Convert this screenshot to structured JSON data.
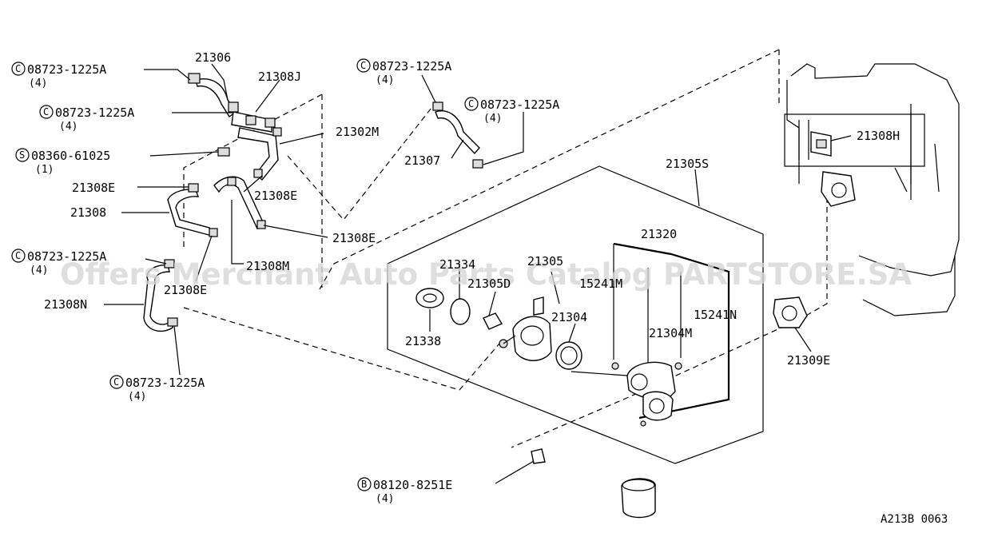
{
  "watermark": "Offers Merchant Auto Parts Catalog PARTSTORE.SA",
  "drawing_code": "A213B 0063",
  "callouts": {
    "p21306": "21306",
    "p21308J": "21308J",
    "p21302M": "21302M",
    "p21308E_a": "21308E",
    "p21308E_b": "21308E",
    "p21308E_c": "21308E",
    "p21308E_d": "21308E",
    "p21308": "21308",
    "p21308M": "21308M",
    "p21308N": "21308N",
    "p21307": "21307",
    "p21305S": "21305S",
    "p21308H": "21308H",
    "p21320": "21320",
    "p21334": "21334",
    "p21305": "21305",
    "p21305D": "21305D",
    "p15241M": "15241M",
    "p15241N": "15241N",
    "p21304": "21304",
    "p21304M": "21304M",
    "p21338": "21338",
    "p21309E": "21309E"
  },
  "fasteners": [
    {
      "prefix": "C",
      "number": "08723-1225A",
      "qty": "(4)"
    },
    {
      "prefix": "C",
      "number": "08723-1225A",
      "qty": "(4)"
    },
    {
      "prefix": "S",
      "number": "08360-61025",
      "qty": "(1)"
    },
    {
      "prefix": "C",
      "number": "08723-1225A",
      "qty": "(4)"
    },
    {
      "prefix": "C",
      "number": "08723-1225A",
      "qty": "(4)"
    },
    {
      "prefix": "C",
      "number": "08723-1225A",
      "qty": "(4)"
    },
    {
      "prefix": "C",
      "number": "08723-1225A",
      "qty": "(4)"
    },
    {
      "prefix": "B",
      "number": "08120-8251E",
      "qty": "(4)"
    }
  ]
}
